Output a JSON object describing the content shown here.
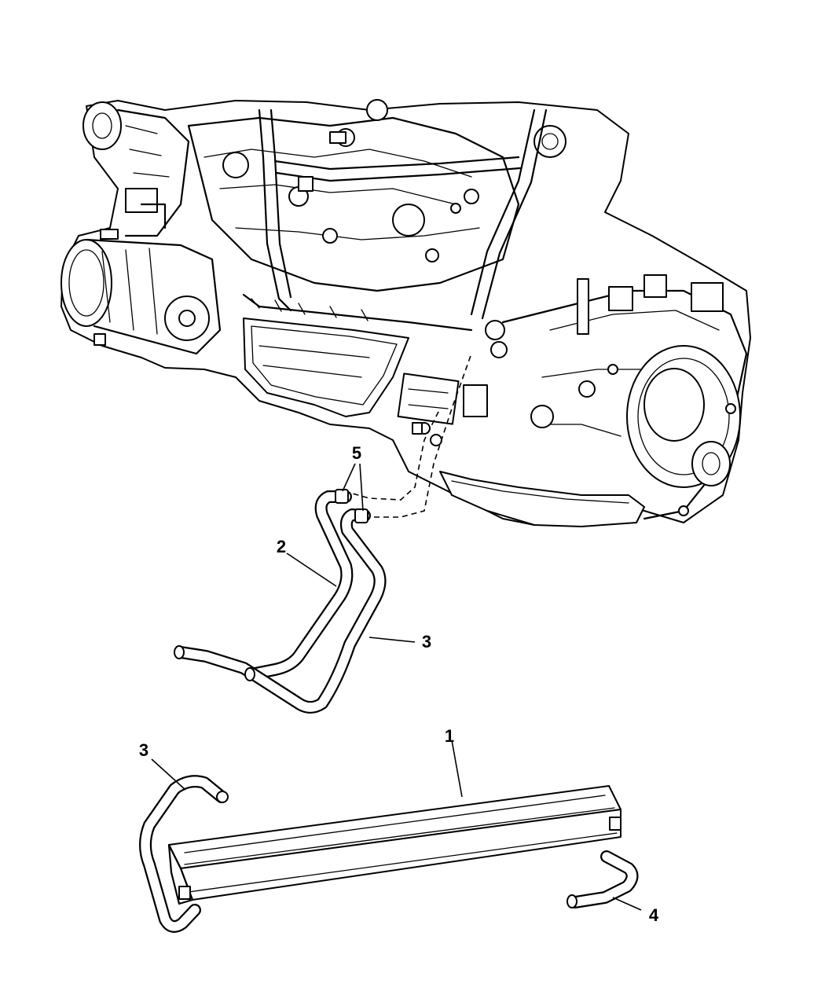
{
  "callouts": {
    "c1": "1",
    "c2": "2",
    "c3_top": "3",
    "c3_bottom": "3",
    "c4": "4",
    "c5": "5"
  }
}
